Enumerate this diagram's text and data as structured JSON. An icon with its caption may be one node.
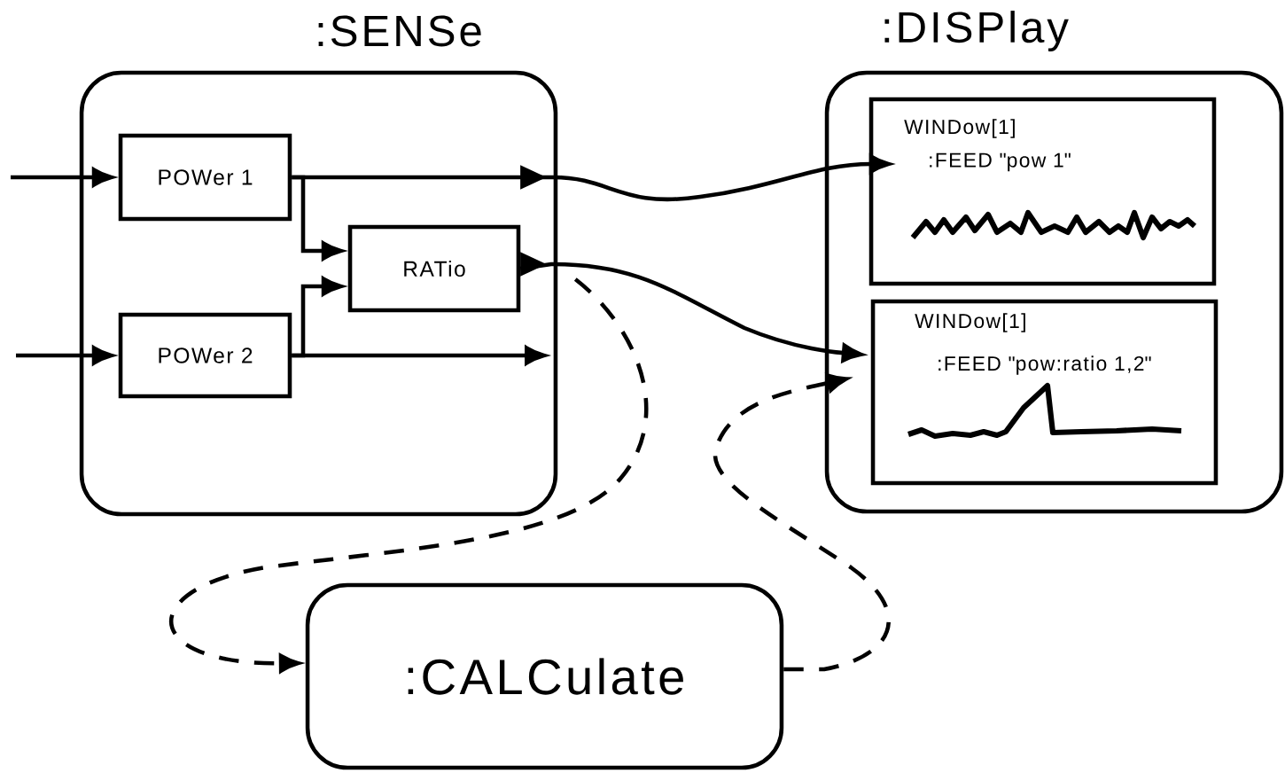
{
  "diagram": {
    "nodes": [
      {
        "text": [
          ":SENSe"
        ]
      },
      {
        "text": [
          "POWer 1"
        ],
        "in": 0
      },
      {
        "text": [
          "RATio"
        ],
        "in": 0
      },
      {
        "text": [
          "POWer 2"
        ],
        "in": 0
      },
      {
        "text": [
          ":DISPlay"
        ]
      },
      {
        "text": [
          "WINDow[1]",
          ":FEED \"pow 1\""
        ],
        "in": 4
      },
      {
        "text": [
          "WINDow[1]",
          ":FEED \"pow:ratio 1,2\""
        ],
        "in": 4
      },
      {
        "text": [
          ":CALCulate"
        ]
      }
    ],
    "edges": [
      {
        "from": null,
        "to": 1,
        "arrow": "to"
      },
      {
        "from": null,
        "to": 3,
        "arrow": "to"
      },
      {
        "from": 1,
        "to": 2,
        "arrow": "to"
      },
      {
        "from": 3,
        "to": 2,
        "arrow": "to"
      },
      {
        "from": 1,
        "to": 5,
        "arrow": "to"
      },
      {
        "from": 2,
        "to": 6,
        "arrow": "to"
      },
      {
        "from": 3,
        "to": null,
        "arrow": "to"
      },
      {
        "from": 2,
        "to": 7,
        "arrow": "to",
        "style": "dashed"
      },
      {
        "from": 7,
        "to": 6,
        "arrow": "to",
        "style": "dashed"
      }
    ]
  }
}
